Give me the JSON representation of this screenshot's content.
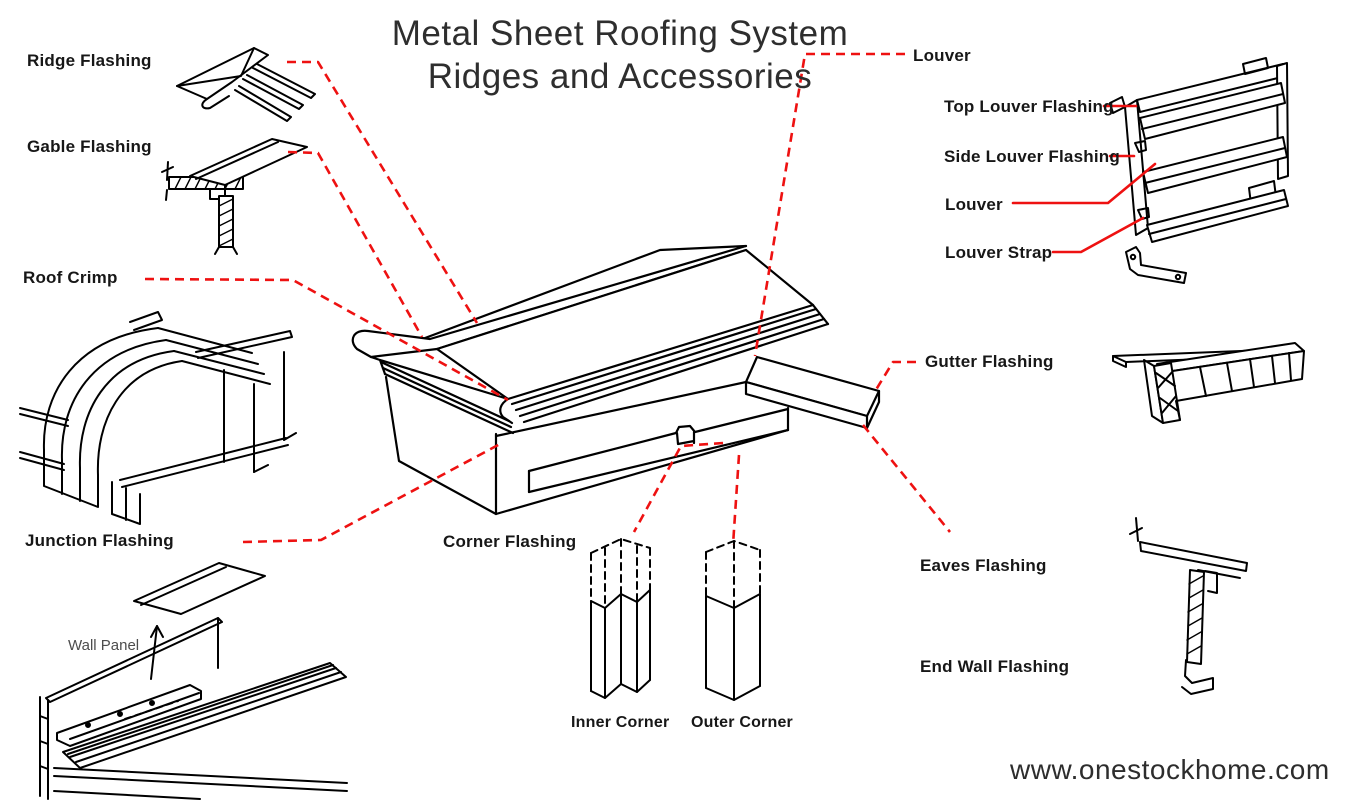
{
  "title": {
    "line1": "Metal Sheet Roofing System",
    "line2": "Ridges and Accessories"
  },
  "labels": {
    "ridge_flashing": "Ridge Flashing",
    "gable_flashing": "Gable Flashing",
    "roof_crimp": "Roof Crimp",
    "junction_flashing": "Junction Flashing",
    "wall_panel": "Wall Panel",
    "corner_flashing": "Corner Flashing",
    "inner_corner": "Inner Corner",
    "outer_corner": "Outer Corner",
    "louver_main": "Louver",
    "top_louver_flashing": "Top Louver Flashing",
    "side_louver_flashing": "Side Louver Flashing",
    "louver_part": "Louver",
    "louver_strap": "Louver Strap",
    "gutter_flashing": "Gutter Flashing",
    "eaves_flashing": "Eaves Flashing",
    "end_wall_flashing": "End Wall Flashing"
  },
  "footer": {
    "website": "www.onestockhome.com"
  },
  "colors": {
    "leader_red": "#ee1111",
    "line_black": "#000000",
    "label_text": "#171717",
    "title_text": "#2e2e2e",
    "muted_text": "#4d4d4d",
    "background": "#ffffff"
  }
}
